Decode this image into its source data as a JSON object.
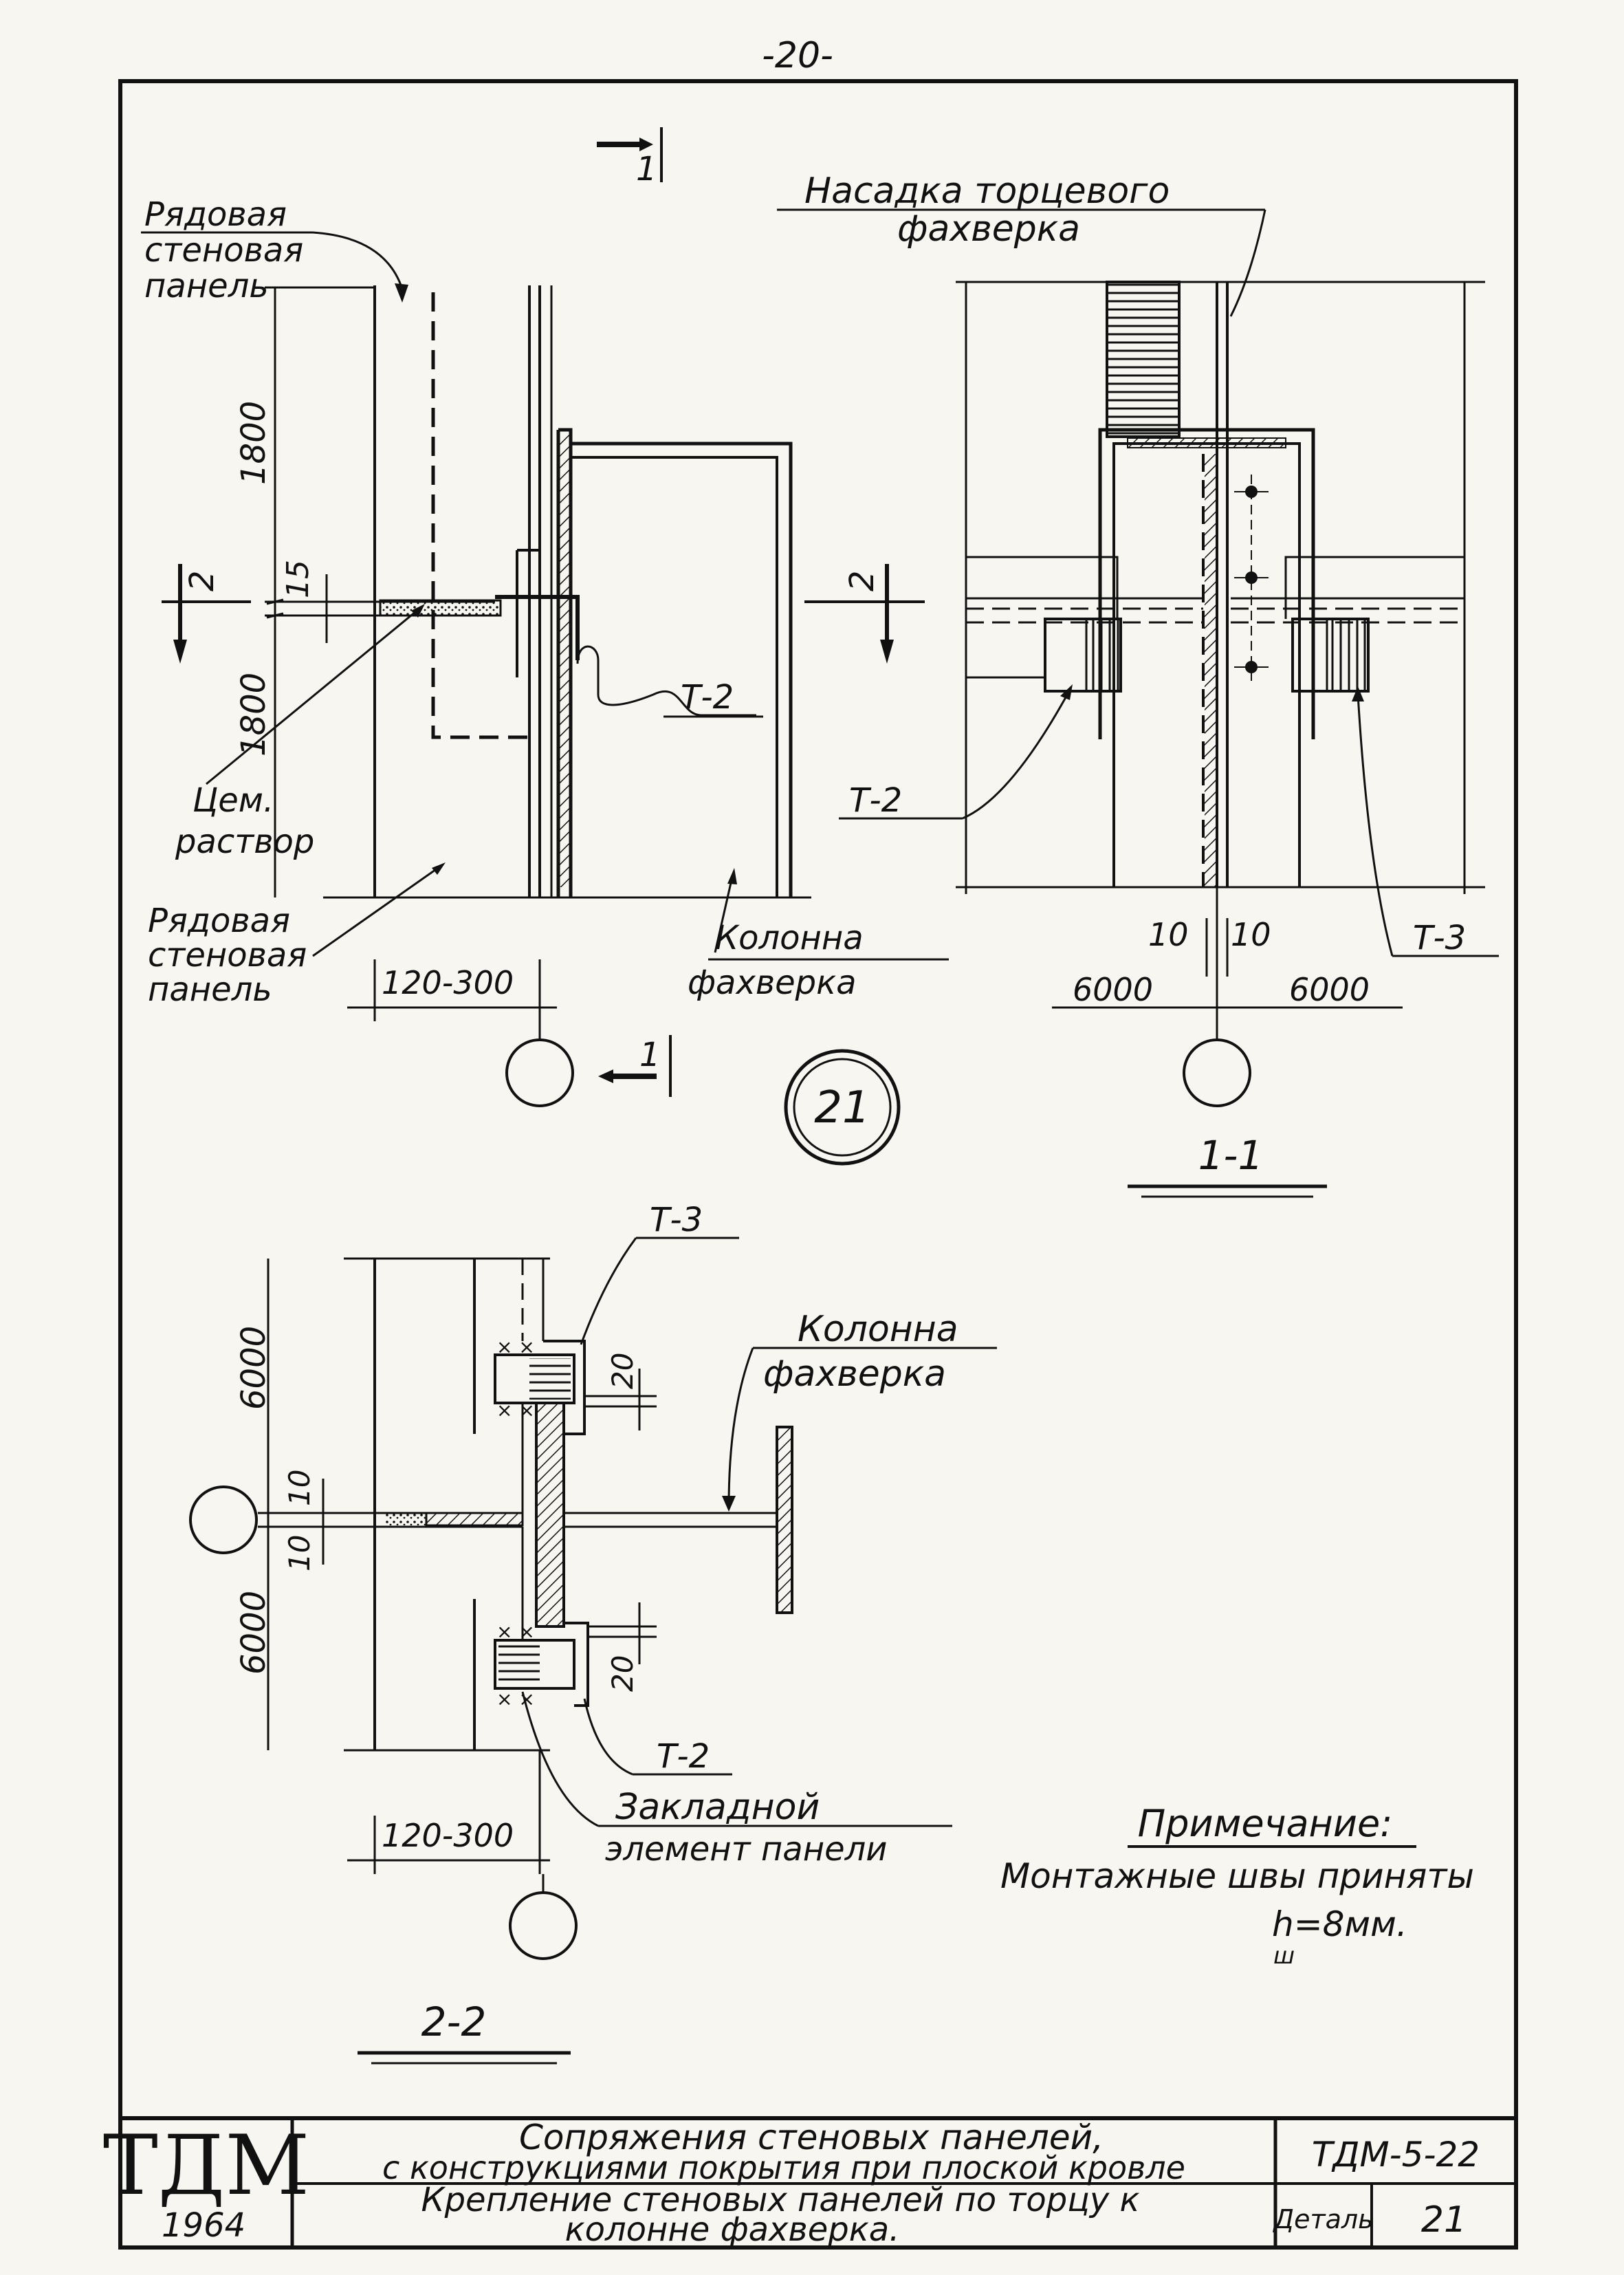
{
  "page": {
    "number": "-20-"
  },
  "view_main": {
    "section_mark_top": "1",
    "section_mark_bottom": "1",
    "section_mark_left": "2",
    "section_mark_right": "2",
    "label_panel_top": [
      "Рядовая",
      "стеновая",
      "панель"
    ],
    "label_panel_bottom": [
      "Рядовая",
      "стеновая",
      "панель"
    ],
    "label_mortar": [
      "Цем.",
      "раствор"
    ],
    "label_column": [
      "Колонна",
      "фахверка"
    ],
    "callout_t2": "Т-2",
    "dim_upper": "1800",
    "dim_lower": "1800",
    "dim_gap": "15",
    "dim_width": "120-300"
  },
  "view_11": {
    "label_cap": [
      "Насадка торцевого",
      "фахверка"
    ],
    "callout_t2": "Т-2",
    "callout_t3": "Т-3",
    "dim_gap_left": "10",
    "dim_gap_right": "10",
    "dim_span_left": "6000",
    "dim_span_right": "6000",
    "title": "1-1"
  },
  "detail_badge": "21",
  "view_22": {
    "callout_t3": "Т-3",
    "callout_t2": "Т-2",
    "label_column": [
      "Колонна",
      "фахверка"
    ],
    "label_embed": [
      "Закладной",
      "элемент панели"
    ],
    "dim_span_top": "6000",
    "dim_span_bottom": "6000",
    "dim_gap_top": "10",
    "dim_gap_bottom": "10",
    "dim_20_top": "20",
    "dim_20_bottom": "20",
    "dim_width": "120-300",
    "title": "2-2"
  },
  "note": {
    "heading": "Примечание:",
    "line1": "Монтажные швы приняты",
    "line2": "h=8мм.",
    "subscript": "ш"
  },
  "title_block": {
    "logo": "ТДМ",
    "year": "1964",
    "title_line1": "Сопряжения стеновых панелей,",
    "title_line2": "с конструкциями покрытия при плоской кровле",
    "title_line3": "Крепление стеновых панелей по торцу к",
    "title_line4": "колонне фахверка.",
    "code": "ТДМ-5-22",
    "detail_label": "Деталь",
    "detail_number": "21"
  }
}
